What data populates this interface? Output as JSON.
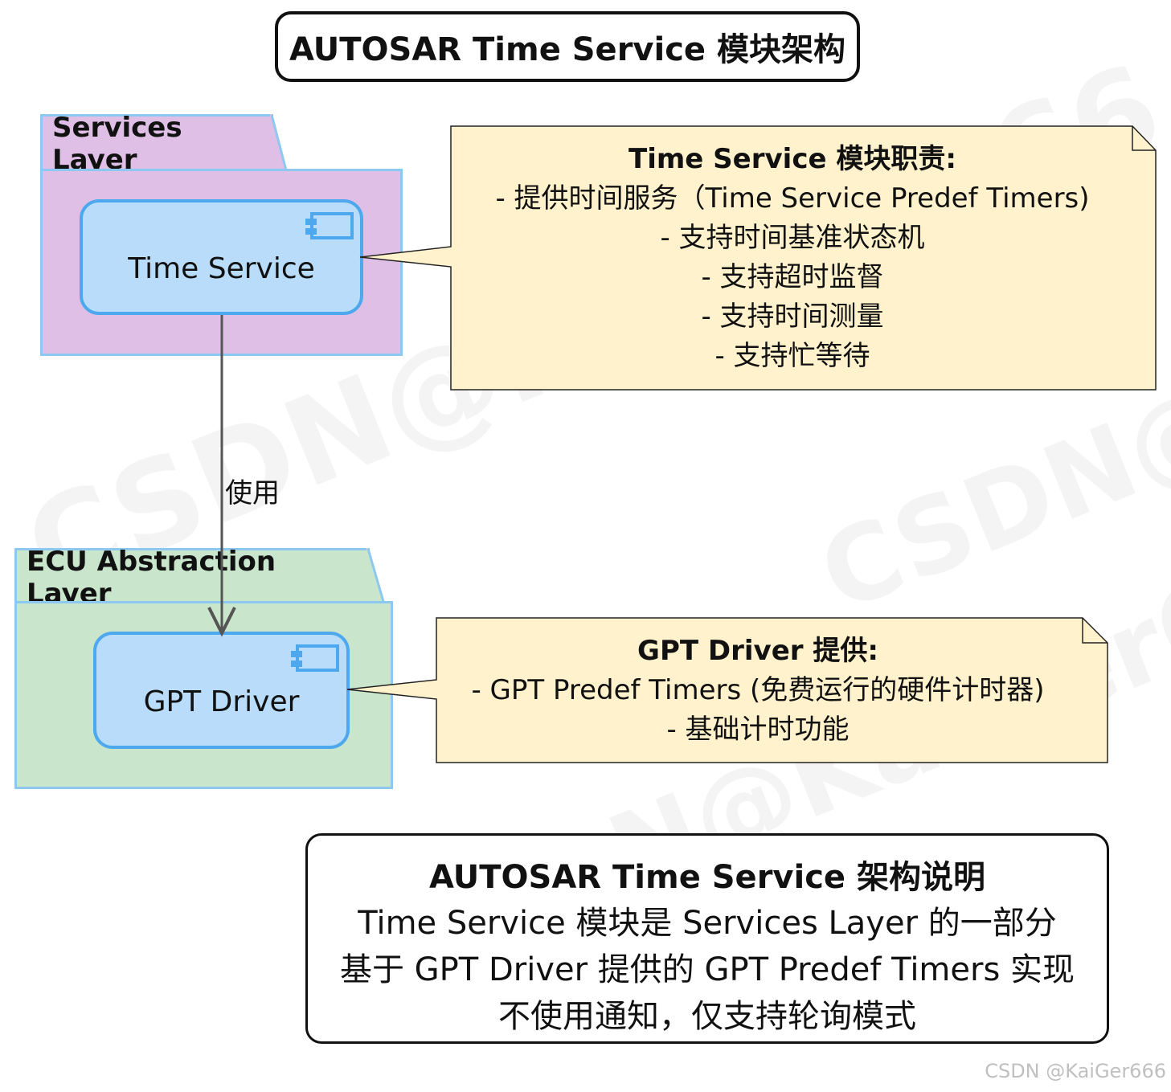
{
  "title": "AUTOSAR Time Service 模块架构",
  "services_layer": {
    "label": "Services Layer",
    "component": "Time Service"
  },
  "ecu_layer": {
    "label": "ECU Abstraction Layer",
    "component": "GPT Driver"
  },
  "dependency_label": "使用",
  "time_service_note": {
    "title": "Time Service 模块职责:",
    "lines": [
      "- 提供时间服务（Time Service Predef Timers)",
      "- 支持时间基准状态机",
      "- 支持超时监督",
      "- 支持时间测量",
      "- 支持忙等待"
    ]
  },
  "gpt_note": {
    "title": "GPT Driver 提供:",
    "lines": [
      "- GPT Predef Timers (免费运行的硬件计时器)",
      "- 基础计时功能"
    ]
  },
  "summary": {
    "title": "AUTOSAR Time Service 架构说明",
    "lines": [
      "Time Service 模块是 Services Layer 的一部分",
      "基于 GPT Driver 提供的 GPT Predef Timers 实现",
      "不使用通知，仅支持轮询模式"
    ]
  },
  "watermark": "CSDN@KaiGer666",
  "credit": "CSDN @KaiGer666",
  "colors": {
    "services_layer": "#e0bfe7",
    "ecu_layer": "#c9e6cd",
    "component": "#b8dcfa",
    "component_border": "#4ea8ee",
    "note": "#fff2cc"
  }
}
